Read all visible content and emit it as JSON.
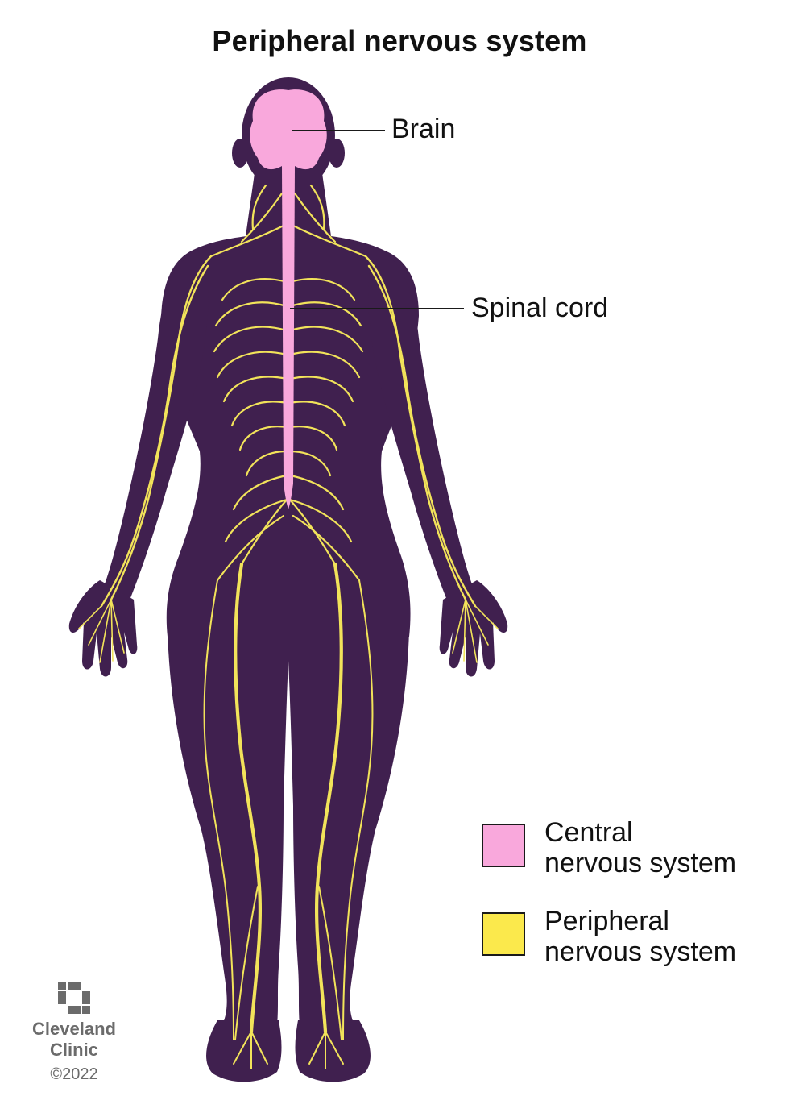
{
  "title": "Peripheral nervous system",
  "callouts": {
    "brain": "Brain",
    "spinal_cord": "Spinal cord"
  },
  "legend": [
    {
      "line1": "Central",
      "line2": "nervous system",
      "color": "#f9a8dc"
    },
    {
      "line1": "Peripheral",
      "line2": "nervous system",
      "color": "#fbe94c"
    }
  ],
  "colors": {
    "body": "#40204f",
    "cns": "#f9a8dc",
    "pns": "#f2e35a"
  },
  "logo": {
    "line1": "Cleveland",
    "line2": "Clinic",
    "copyright": "©2022"
  }
}
